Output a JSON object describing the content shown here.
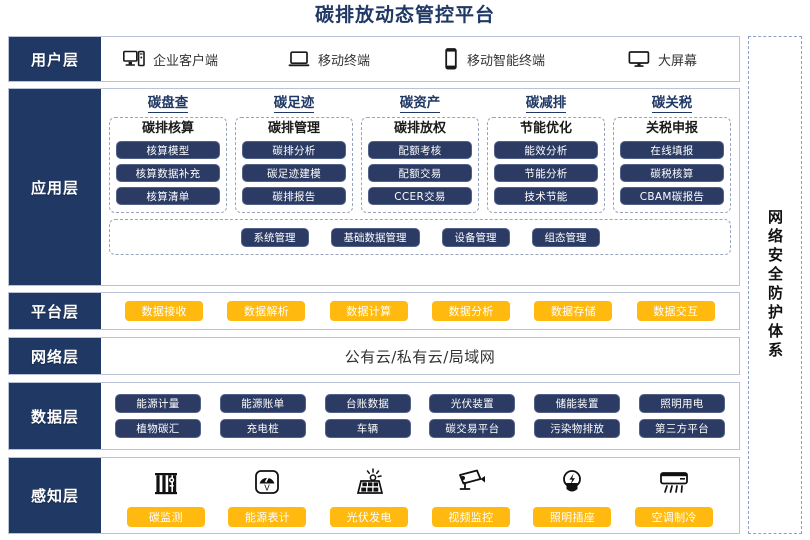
{
  "title": "碳排放动态管控平台",
  "security_band": {
    "label": "网络安全防护体系"
  },
  "layers": {
    "user": {
      "label": "用户层",
      "items": [
        {
          "icon": "desktop-tower-icon",
          "label": "企业客户端"
        },
        {
          "icon": "laptop-icon",
          "label": "移动终端"
        },
        {
          "icon": "smartphone-icon",
          "label": "移动智能终端"
        },
        {
          "icon": "monitor-icon",
          "label": "大屏幕"
        }
      ]
    },
    "application": {
      "label": "应用层",
      "groups": [
        {
          "title": "碳盘查",
          "sub": "碳排核算",
          "items": [
            "核算模型",
            "核算数据补充",
            "核算清单"
          ]
        },
        {
          "title": "碳足迹",
          "sub": "碳排管理",
          "items": [
            "碳排分析",
            "碳足迹建模",
            "碳排报告"
          ]
        },
        {
          "title": "碳资产",
          "sub": "碳排放权",
          "items": [
            "配额考核",
            "配额交易",
            "CCER交易"
          ]
        },
        {
          "title": "碳减排",
          "sub": "节能优化",
          "items": [
            "能效分析",
            "节能分析",
            "技术节能"
          ]
        },
        {
          "title": "碳关税",
          "sub": "关税申报",
          "items": [
            "在线填报",
            "碳税核算",
            "CBAM碳报告"
          ]
        }
      ],
      "common": [
        "系统管理",
        "基础数据管理",
        "设备管理",
        "组态管理"
      ]
    },
    "platform": {
      "label": "平台层",
      "items": [
        "数据接收",
        "数据解析",
        "数据计算",
        "数据分析",
        "数据存储",
        "数据交互"
      ]
    },
    "network": {
      "label": "网络层",
      "text": "公有云/私有云/局域网"
    },
    "data": {
      "label": "数据层",
      "row1": [
        "能源计量",
        "能源账单",
        "台账数据",
        "光伏装置",
        "储能装置",
        "照明用电"
      ],
      "row2": [
        "植物碳汇",
        "充电桩",
        "车辆",
        "碳交易平台",
        "污染物排放",
        "第三方平台"
      ]
    },
    "perception": {
      "label": "感知层",
      "items": [
        {
          "icon": "smokestack-icon",
          "label": "碳监测"
        },
        {
          "icon": "gauge-meter-icon",
          "label": "能源表计"
        },
        {
          "icon": "solar-panel-icon",
          "label": "光伏发电"
        },
        {
          "icon": "cctv-camera-icon",
          "label": "视频监控"
        },
        {
          "icon": "lightbulb-icon",
          "label": "照明插座"
        },
        {
          "icon": "air-conditioner-icon",
          "label": "空调制冷"
        }
      ]
    }
  },
  "colors": {
    "navy": "#1f3864",
    "pill_navy": "#2c3b63",
    "amber": "#ffb90f",
    "border": "#b9c2d6"
  }
}
